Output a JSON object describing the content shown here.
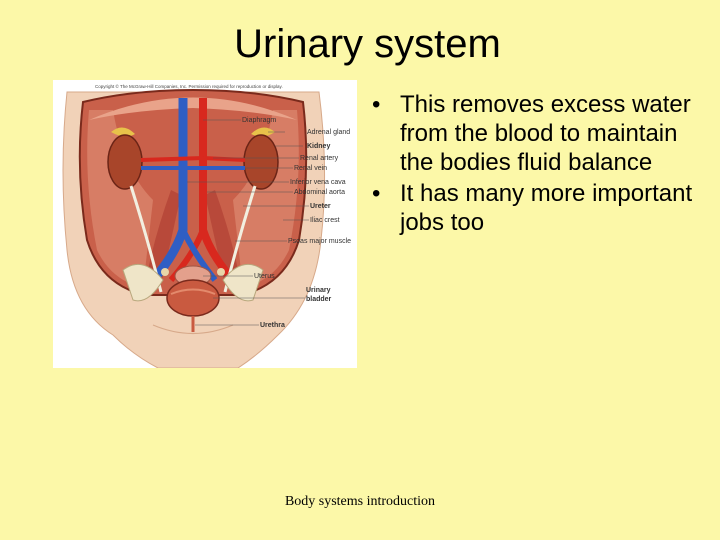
{
  "slide": {
    "title": "Urinary system",
    "bullets": [
      "This removes excess water from the blood to maintain the bodies fluid balance",
      "It has many more important jobs too"
    ],
    "footer": "Body systems introduction"
  },
  "figure": {
    "copyright": "Copyright © The McGraw-Hill Companies, Inc. Permission required for reproduction or display.",
    "labels": {
      "diaphragm": "Diaphragm",
      "adrenal": "Adrenal gland",
      "kidney": "Kidney",
      "renal_artery": "Renal artery",
      "renal_vein": "Renal vein",
      "ivc": "Inferior vena cava",
      "aorta": "Abdominal aorta",
      "ureter": "Ureter",
      "iliac": "Iliac crest",
      "psoas": "Psoas major muscle",
      "uterus": "Uterus",
      "bladder_1": "Urinary",
      "bladder_2": "bladder",
      "urethra": "Urethra"
    }
  },
  "colors": {
    "background": "#fcf8a8",
    "artery": "#d8281e",
    "vein": "#2f5ec4",
    "kidney": "#a8452a",
    "muscle": "#d9836a",
    "skin": "#f1d2b8"
  }
}
